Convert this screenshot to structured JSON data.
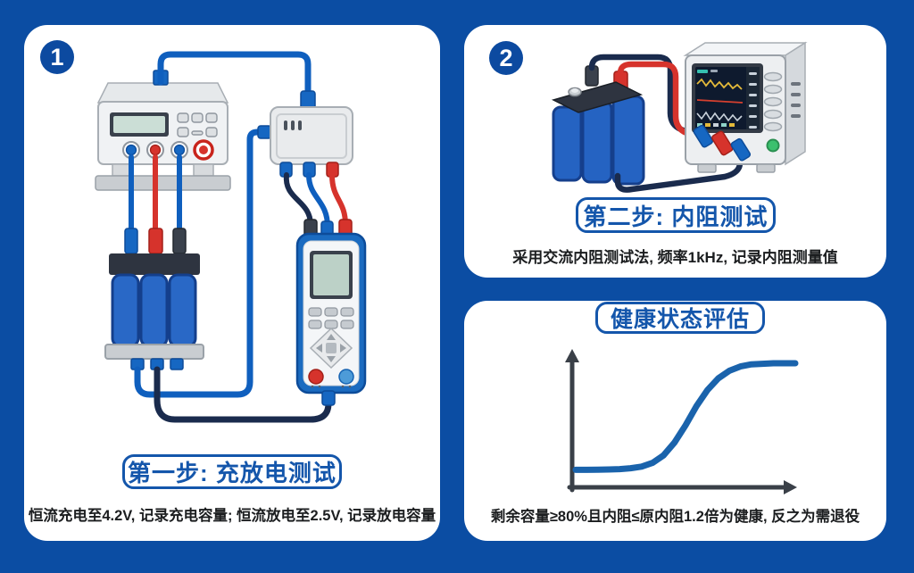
{
  "page": {
    "background_color": "#0B4DA3",
    "panel_color": "#FFFFFF",
    "accent_blue": "#1456AB",
    "badge_color": "#0C4AA0",
    "text_color": "#1B1D1F"
  },
  "colors": {
    "cable_blue": "#0F5FBE",
    "cable_red": "#D6332C",
    "cable_dark_navy": "#1A2B4D",
    "battery_blue": "#2968C6",
    "battery_dark": "#2E3440",
    "device_gray": "#F0F2F4",
    "platform_gray": "#C9CDD1",
    "lcd_green": "#CBDED6",
    "screen_navy": "#0E1A2E",
    "wave_yellow": "#E3B93A",
    "wave_red": "#D6402F",
    "wave_white": "#C9D2DB",
    "green_button": "#3CC06E",
    "chart_axis_gray": "#3A4048",
    "chart_curve_blue": "#1A63AC"
  },
  "step1": {
    "badge": "1",
    "title": "第一步: 充放电测试",
    "caption": "恒流充电至4.2V, 记录充电容量; 恒流放电至2.5V, 记录放电容量"
  },
  "step2": {
    "badge": "2",
    "title": "第二步: 内阻测试",
    "caption": "采用交流内阻测试法, 频率1kHz, 记录内阻测量值"
  },
  "health": {
    "title": "健康状态评估",
    "caption": "剩余容量≥80%且内阻≤原内阻1.2倍为健康, 反之为需退役"
  },
  "chart_data": {
    "type": "line",
    "title": "健康状态评估",
    "xlabel": "",
    "ylabel": "",
    "x_range": [
      0,
      1
    ],
    "y_range": [
      0,
      1
    ],
    "grid": false,
    "legend": false,
    "axis_style": "arrow-tipped L axes, no ticks, no labels",
    "description": "Conceptual sigmoid (S-shaped) health-state curve: flat low baseline, steep rise past midpoint, high plateau",
    "series": [
      {
        "name": "health-state-sigmoid",
        "color": "#1A63AC",
        "points": [
          [
            0.0,
            0.005
          ],
          [
            0.05,
            0.005
          ],
          [
            0.1,
            0.006
          ],
          [
            0.15,
            0.008
          ],
          [
            0.2,
            0.012
          ],
          [
            0.25,
            0.02
          ],
          [
            0.3,
            0.035
          ],
          [
            0.35,
            0.07
          ],
          [
            0.4,
            0.14
          ],
          [
            0.45,
            0.26
          ],
          [
            0.5,
            0.42
          ],
          [
            0.55,
            0.6
          ],
          [
            0.6,
            0.75
          ],
          [
            0.65,
            0.86
          ],
          [
            0.7,
            0.93
          ],
          [
            0.75,
            0.97
          ],
          [
            0.8,
            0.99
          ],
          [
            0.85,
            0.995
          ],
          [
            0.9,
            1.0
          ],
          [
            0.95,
            1.0
          ],
          [
            1.0,
            1.0
          ]
        ]
      }
    ]
  }
}
